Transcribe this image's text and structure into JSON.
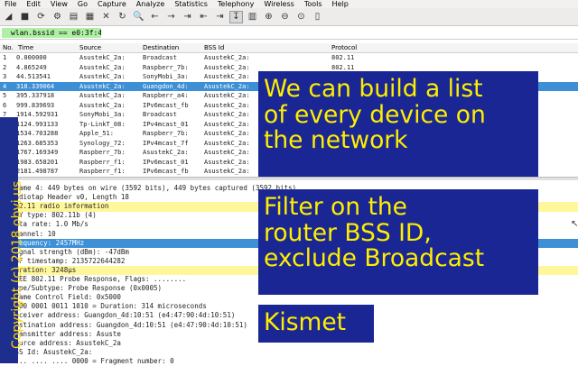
{
  "menu": [
    "File",
    "Edit",
    "View",
    "Go",
    "Capture",
    "Analyze",
    "Statistics",
    "Telephony",
    "Wireless",
    "Tools",
    "Help"
  ],
  "toolbar_icons": [
    "fin-icon",
    "stop-icon",
    "restart-icon",
    "options-icon",
    "open-icon",
    "save-icon",
    "close-file-icon",
    "reload-icon",
    "find-icon",
    "back-icon",
    "forward-icon",
    "goto-icon",
    "first-icon",
    "last-icon",
    "autoscroll-icon",
    "colorize-icon",
    "zoom-in-icon",
    "zoom-out-icon",
    "normal-size-icon",
    "resize-columns-icon"
  ],
  "filter": {
    "value": "wlan.bssid == e0:3f:49"
  },
  "columns": [
    "No.",
    "Time",
    "Source",
    "Destination",
    "BSS Id",
    "Protocol"
  ],
  "packets": [
    [
      "1",
      "0.000000",
      "AsustekC_2a:",
      "Broadcast",
      "AsustekC_2a:",
      "802.11"
    ],
    [
      "2",
      "4.865249",
      "AsustekC_2a:",
      "Raspberr_7b:",
      "AsustekC_2a:",
      "802.11"
    ],
    [
      "3",
      "44.513541",
      "AsustekC_2a:",
      "SonyMobi_3a:",
      "AsustekC_2a:",
      "802.11"
    ],
    [
      "4",
      "318.339064",
      "AsustekC_2a:",
      "Guangdon_4d:",
      "AsustekC_2a:",
      "802.11"
    ],
    [
      "5",
      "395.337918",
      "AsustekC_2a:",
      "Raspberr_a4:",
      "AsustekC_2a:",
      ""
    ],
    [
      "6",
      "999.839693",
      "AsustekC_2a:",
      "IPv6mcast_fb",
      "AsustekC_2a:",
      ""
    ],
    [
      "7",
      "1914.592931",
      "SonyMobi_3a:",
      "Broadcast",
      "AsustekC_2a:",
      ""
    ],
    [
      "8",
      "1124.993133",
      "Tp-LinkT_08:",
      "IPv4mcast_01",
      "AsustekC_2a:",
      ""
    ],
    [
      "9",
      "1534.703288",
      "Apple_51:",
      "Raspberr_7b:",
      "AsustekC_2a:",
      ""
    ],
    [
      "10",
      "1263.685353",
      "Synology_72:",
      "IPv4mcast_7f",
      "AsustekC_2a:",
      ""
    ],
    [
      "11",
      "1767.169349",
      "Raspberr_7b:",
      "AsustekC_2a:",
      "AsustekC_2a:",
      ""
    ],
    [
      "12",
      "1983.658201",
      "Raspberr_f1:",
      "IPv6mcast_01",
      "AsustekC_2a:",
      ""
    ],
    [
      "13",
      "2181.498787",
      "Raspberr_f1:",
      "IPv6mcast_fb",
      "AsustekC_2a:",
      ""
    ]
  ],
  "selected_row": 3,
  "details": [
    "Frame 4: 449 bytes on wire (3592 bits), 449 bytes captured (3592 bits)",
    "Radiotap Header v0, Length 18",
    "802.11 radio information",
    "PHY type: 802.11b (4)",
    "Data rate: 1.0 Mb/s",
    "Channel: 10",
    "Frequency: 2457MHz",
    "Signal strength (dBm): -47dBm",
    "TSF timestamp: 2135722644282",
    "Duration: 3248µs",
    "IEEE 802.11 Probe Response, Flags: ........",
    "Type/Subtype: Probe Response (0x0005)",
    "Frame Control Field: 0x5000",
    ".000 0001 0011 1010 = Duration: 314 microseconds",
    "Receiver address: Guangdon_4d:10:51 (e4:47:90:4d:10:51)",
    "Destination address: Guangdon_4d:10:51 (e4:47:90:4d:10:51)",
    "Transmitter address: Asuste",
    "Source address: AsustekC_2a",
    "BSS Id: AsustekC_2a:",
    ".... .... .... 0000 = Fragment number: 0"
  ],
  "sidebar_text": "Copyright (c) 2018 obvi.us",
  "overlays": [
    "We can build a list\nof every device on\nthe network",
    "Filter on the\nrouter BSS ID,\nexclude Broadcast",
    "Kismet"
  ],
  "colors": {
    "overlay_bg": "#1a2693",
    "overlay_text": "#ffee00",
    "filter_ok": "#aff0a5",
    "selected": "#3d8fd6",
    "highlight": "#fff79c"
  }
}
